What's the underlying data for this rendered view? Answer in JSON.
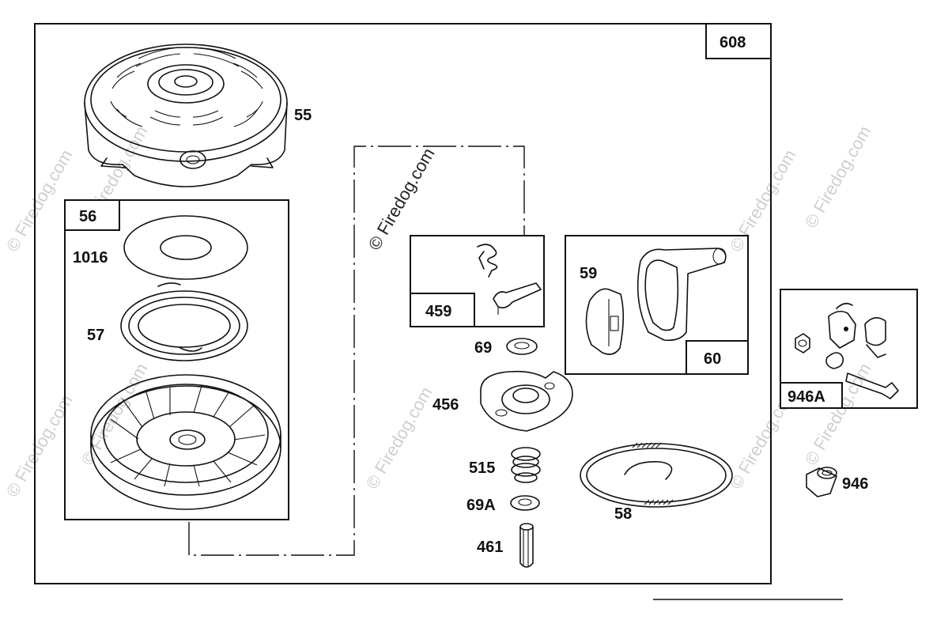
{
  "diagram": {
    "watermark": "© Firedog.com",
    "kit_labels": {
      "main": "608",
      "kit_56": "56",
      "kit_459": "459",
      "kit_60": "60",
      "kit_946a": "946A"
    },
    "part_labels": {
      "p55": "55",
      "p1016": "1016",
      "p57": "57",
      "p59": "59",
      "p69": "69",
      "p456": "456",
      "p515": "515",
      "p69a": "69A",
      "p461": "461",
      "p58": "58",
      "p946": "946"
    }
  }
}
